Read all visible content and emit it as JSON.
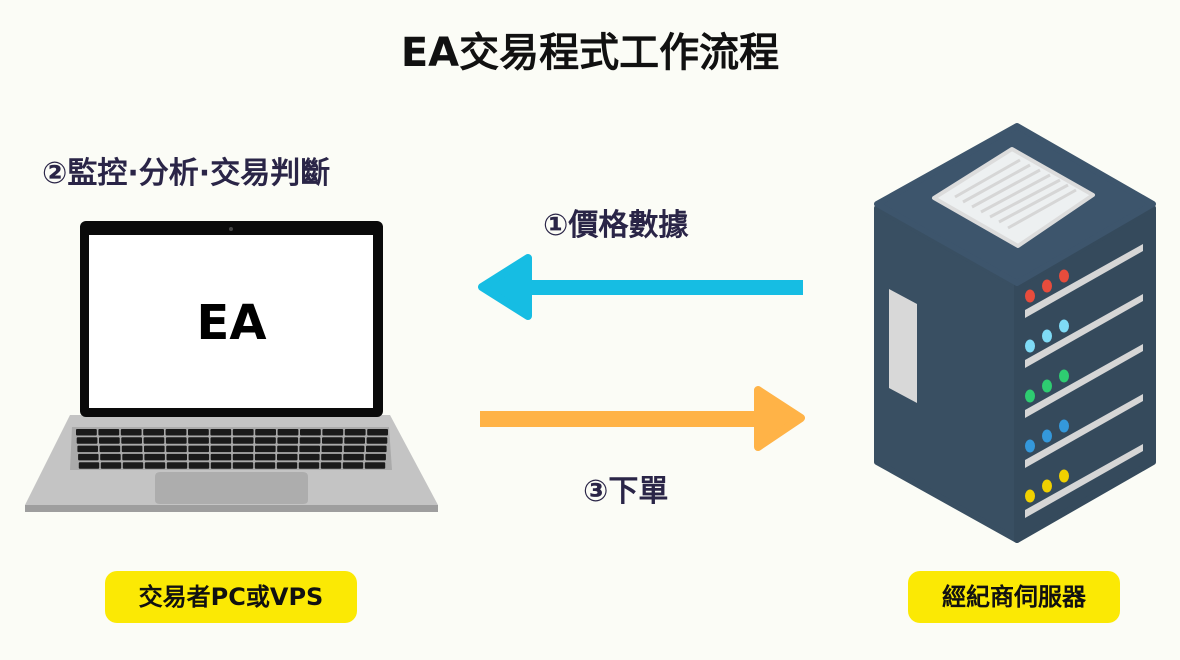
{
  "title": "EA交易程式工作流程",
  "steps": {
    "monitor": "②監控·分析·交易判斷",
    "price_data": "①價格數據",
    "order": "③下單"
  },
  "laptop": {
    "screen_text": "EA"
  },
  "labels": {
    "trader": "交易者PC或VPS",
    "broker": "經紀商伺服器"
  },
  "colors": {
    "price_arrow": "#16bde3",
    "order_arrow": "#ffb347",
    "badge": "#fbe904",
    "server": "#374e62"
  }
}
